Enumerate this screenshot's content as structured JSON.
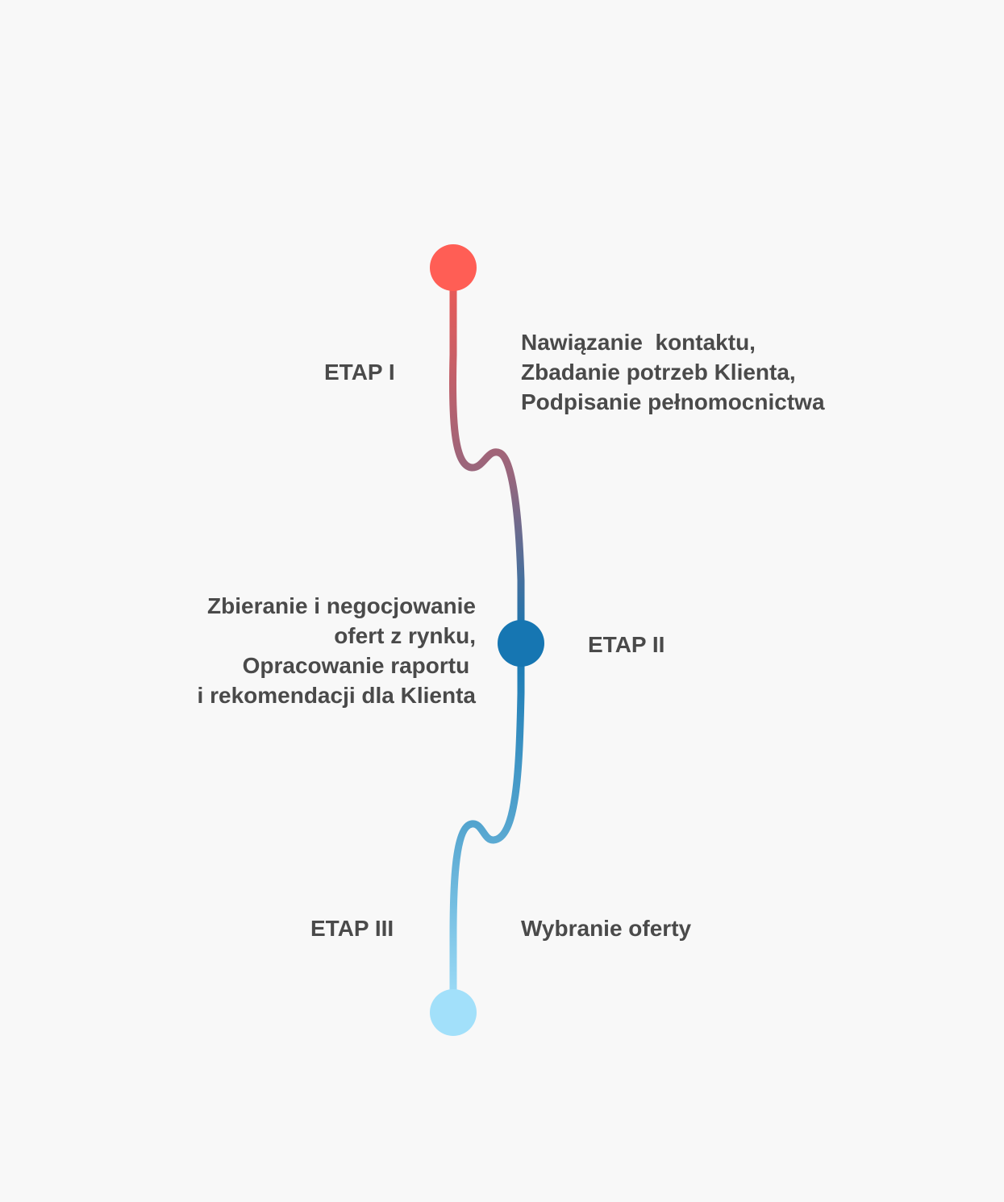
{
  "stages": [
    {
      "title": "ETAP I",
      "description": "Nawiązanie  kontaktu,\nZbadanie potrzeb Klienta,\nPodpisanie pełnomocnictwa",
      "color": "#ff5e55"
    },
    {
      "title": "ETAP II",
      "description": "Zbieranie i negocjowanie\nofert z rynku,\nOpracowanie raportu \ni rekomendacji dla Klienta",
      "color": "#1676b2"
    },
    {
      "title": "ETAP III",
      "description": "Wybranie oferty",
      "color": "#a2e0fa"
    }
  ],
  "colors": {
    "background": "#f8f8f8",
    "text": "#4a4a4a",
    "line_top": "#ef5b57",
    "line_mid": "#1576b1",
    "line_bottom": "#a2e0fa"
  }
}
